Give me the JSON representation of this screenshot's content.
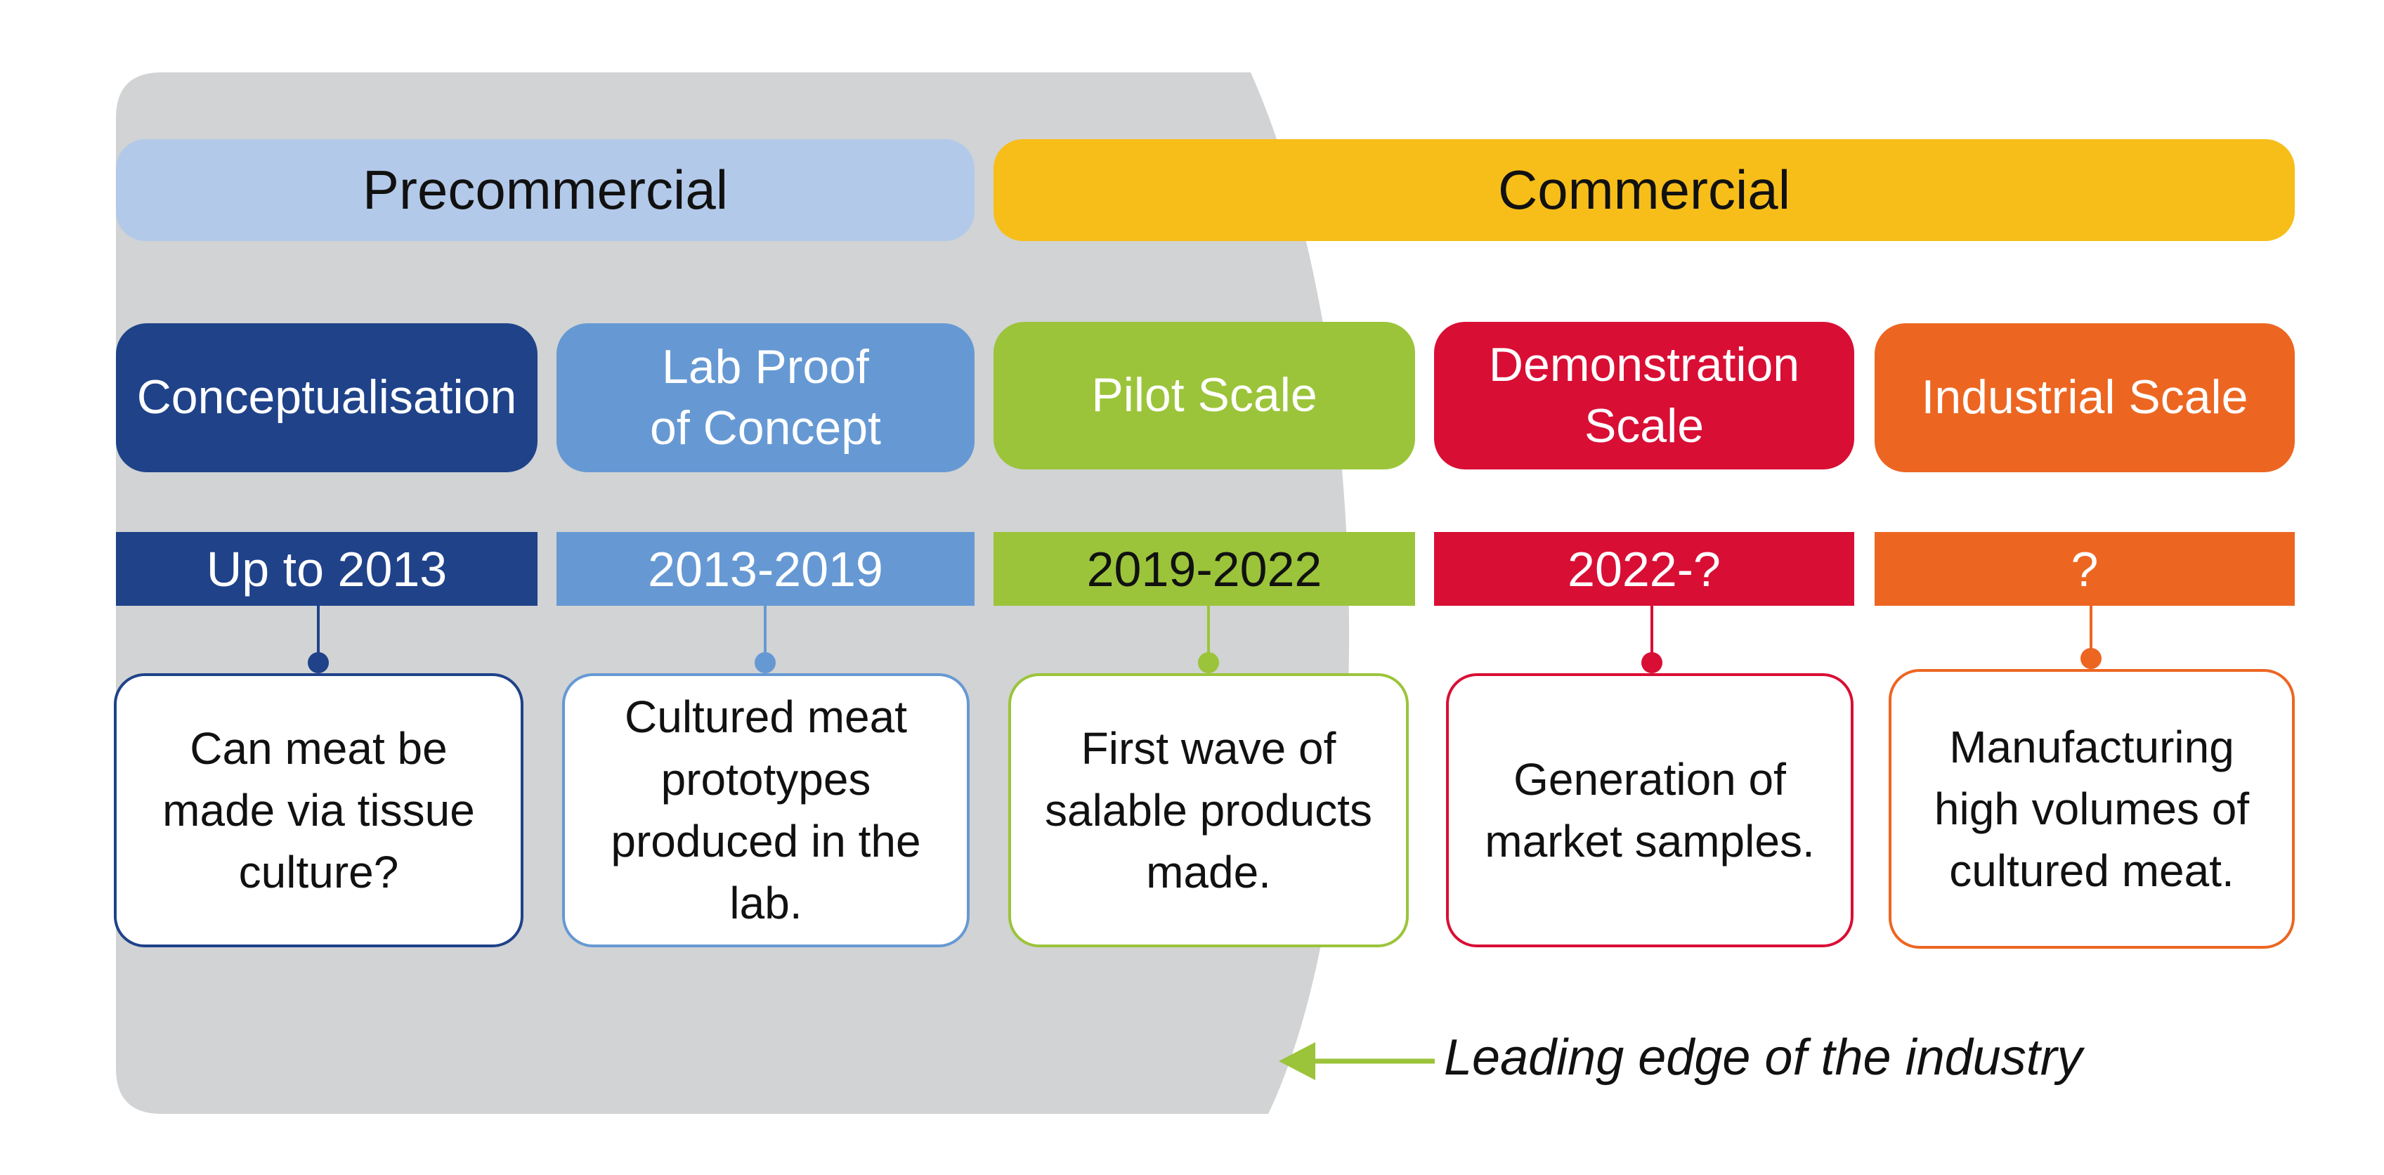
{
  "phases": {
    "precommercial": {
      "label": "Precommercial",
      "color": "#b3c9e9"
    },
    "commercial": {
      "label": "Commercial",
      "color": "#f7be1a"
    }
  },
  "stages": [
    {
      "name": "Conceptualisation",
      "period": "Up to 2013",
      "description": "Can meat be made via tissue culture?",
      "color": "#1f4289",
      "period_text_color": "#ffffff"
    },
    {
      "name": "Lab Proof of Concept",
      "period": "2013-2019",
      "description": "Cultured meat prototypes produced in the lab.",
      "color": "#6699d3",
      "period_text_color": "#ffffff"
    },
    {
      "name": "Pilot Scale",
      "period": "2019-2022",
      "description": "First wave of salable products made.",
      "color": "#9bc43a",
      "period_text_color": "#111111"
    },
    {
      "name": "Demonstration Scale",
      "period": "2022-?",
      "description": "Generation of market samples.",
      "color": "#d90e34",
      "period_text_color": "#ffffff"
    },
    {
      "name": "Industrial Scale",
      "period": "?",
      "description": "Manufacturing high volumes of cultured meat.",
      "color": "#ec6622",
      "period_text_color": "#ffffff"
    }
  ],
  "leading_edge": {
    "label": "Leading edge of the industry",
    "arrow_color": "#9bc43a"
  },
  "background_color": "#d1d3d4"
}
